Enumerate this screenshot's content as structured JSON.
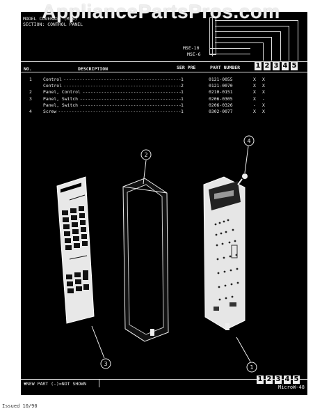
{
  "header": {
    "line1": "MODEL COVERAGE (M-4)",
    "line2": "SECTION: CONTROL PANEL",
    "models": [
      "MSE-10",
      "MSE-6"
    ]
  },
  "watermark": "AppliancePartsPros.com",
  "table": {
    "col_no": "NO.",
    "col_desc": "DESCRIPTION",
    "col_ser": "SER PRE",
    "col_part": "PART NUMBER",
    "col_models": [
      "1",
      "2",
      "3",
      "4",
      "5"
    ],
    "rows": [
      {
        "no": "1",
        "desc": "Control",
        "qty": "1",
        "part": "0121-0055",
        "m1": "X",
        "m2": "X"
      },
      {
        "no": "",
        "desc": "Control",
        "qty": "2",
        "part": "0121-0070",
        "m1": "X",
        "m2": "X"
      },
      {
        "no": "2",
        "desc": "Panel, Control",
        "qty": "1",
        "part": "0210-0151",
        "m1": "X",
        "m2": "X"
      },
      {
        "no": "3",
        "desc": "Panel, Switch",
        "qty": "1",
        "part": "0206-0305",
        "m1": "X",
        "m2": "-"
      },
      {
        "no": "",
        "desc": "Panel, Switch",
        "qty": "1",
        "part": "0206-0326",
        "m1": "-",
        "m2": "X"
      },
      {
        "no": "4",
        "desc": "Screw",
        "qty": "1",
        "part": "0302-0077",
        "m1": "X",
        "m2": "X"
      }
    ]
  },
  "callouts": [
    "1",
    "2",
    "3",
    "4"
  ],
  "footer": {
    "legend": "▼NEW PART  (-)=NOT SHOWN",
    "boxes": [
      "1",
      "2",
      "3",
      "4",
      "5"
    ],
    "page_code": "MicroW-48",
    "issued": "Issued 10/90"
  }
}
